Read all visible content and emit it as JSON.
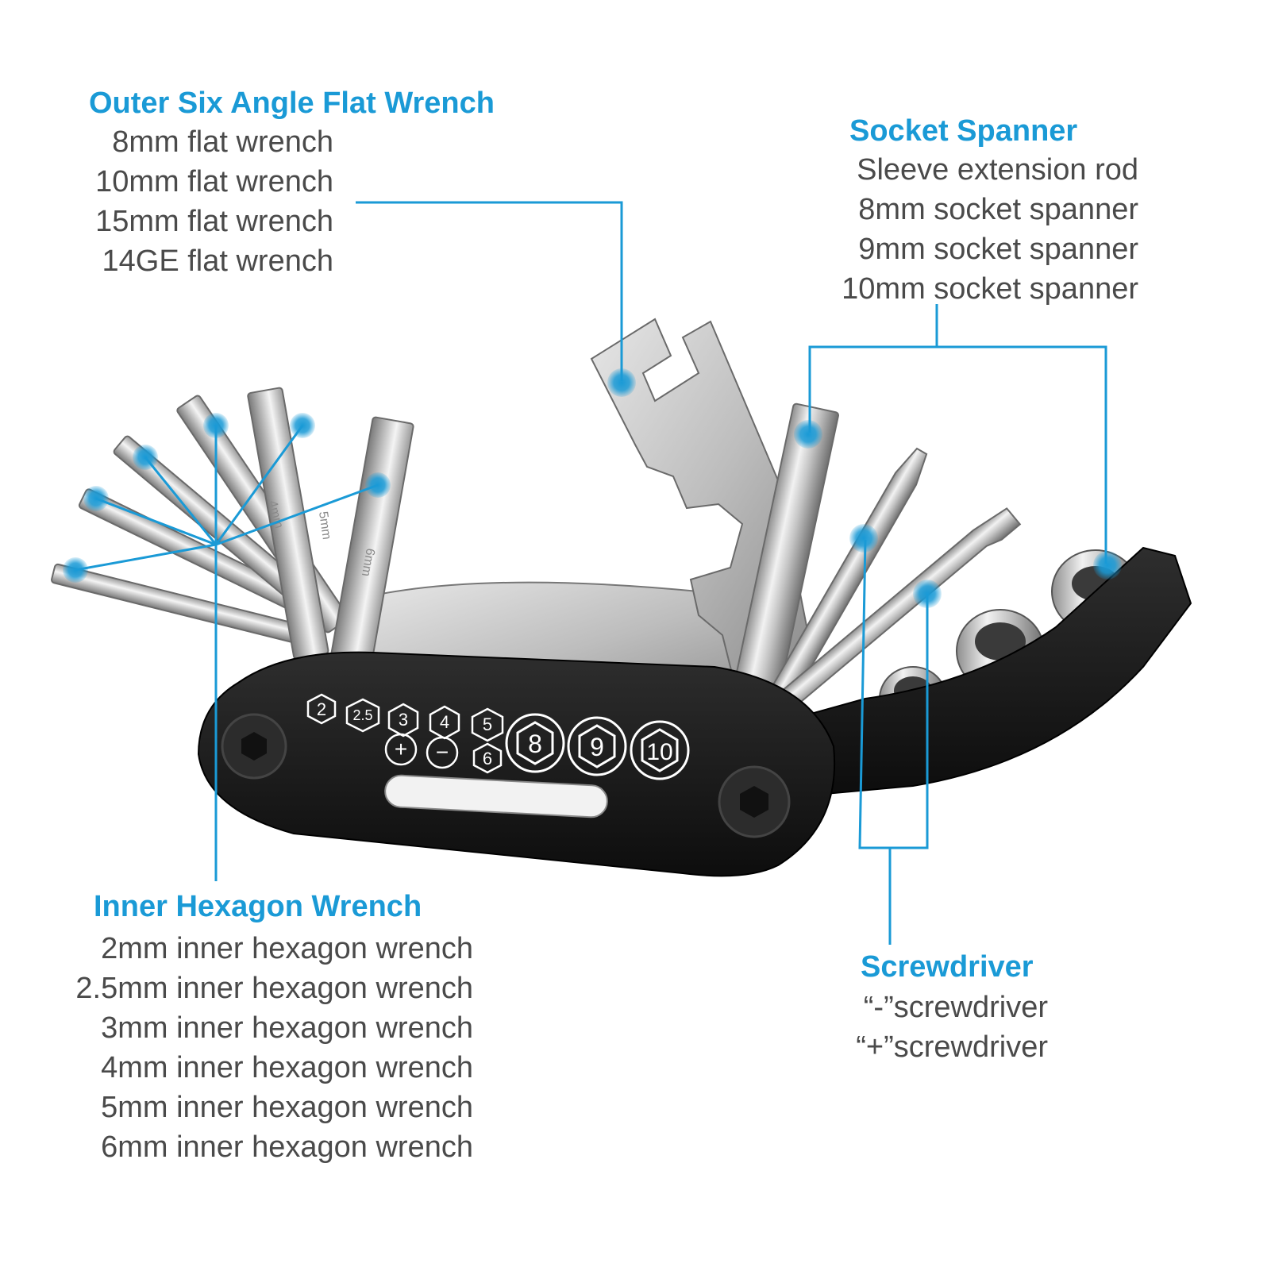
{
  "colors": {
    "accent": "#1a9ad6",
    "text": "#4a4a4a",
    "tool_body": "#1c1c1c",
    "metal": "#c9c9c9"
  },
  "groups": {
    "flat_wrench": {
      "heading": "Outer Six Angle Flat Wrench",
      "items": [
        "8mm flat wrench",
        "10mm flat wrench",
        "15mm flat wrench",
        "14GE flat wrench"
      ]
    },
    "socket_spanner": {
      "heading": "Socket Spanner",
      "items": [
        "Sleeve extension rod",
        "8mm socket spanner",
        "9mm socket spanner",
        "10mm socket spanner"
      ]
    },
    "inner_hex": {
      "heading": "Inner Hexagon Wrench",
      "items": [
        "2mm inner hexagon wrench",
        "2.5mm inner hexagon wrench",
        "3mm inner hexagon wrench",
        "4mm inner hexagon wrench",
        "5mm inner hexagon wrench",
        "6mm inner hexagon wrench"
      ]
    },
    "screwdriver": {
      "heading": "Screwdriver",
      "items": [
        "“-”screwdriver",
        "“+”screwdriver"
      ]
    }
  },
  "tool_markings": {
    "hex_sizes": [
      "2",
      "2.5",
      "3",
      "4",
      "5",
      "6"
    ],
    "screw_symbols": [
      "+",
      "−"
    ],
    "socket_sizes": [
      "8",
      "9",
      "10"
    ],
    "key_engravings": [
      "4mm",
      "5mm",
      "6mm"
    ]
  }
}
